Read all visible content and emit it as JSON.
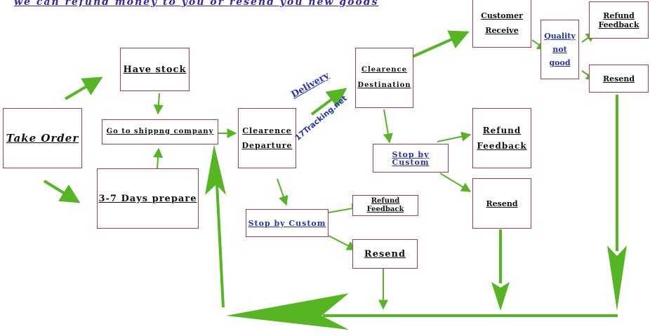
{
  "banner": "we can refund money to you or resend you new goods",
  "colors": {
    "arrow": "#55b522",
    "border": "#b03a55",
    "link": "#2233bb",
    "banner": "#3b22b0"
  },
  "nodes": {
    "take_order": "Take Order",
    "have_stock": "Have stock",
    "go_shipping": "Go to shippng company",
    "days_prepare": "3-7 Days prepare",
    "clearence_departure": [
      "Clearence",
      "Departure"
    ],
    "clearence_destination": [
      "Clearence",
      "Destination"
    ],
    "stop_custom_1": "Stop by Custom",
    "stop_custom_2": "Stop by Custom",
    "refund_feedback_1": [
      "Refund",
      "Feedback"
    ],
    "resend_1": "Resend",
    "refund_feedback_2": [
      "Refund",
      "Feedback"
    ],
    "resend_2": "Resend",
    "customer_receive": [
      "Customer",
      "Receive"
    ],
    "quality_not_good": [
      "Quality",
      "not",
      "good"
    ],
    "refund_feedback_3": [
      "Refund",
      "Feedback"
    ],
    "resend_3": "Resend"
  },
  "edge_labels": {
    "delivery": "Delivery",
    "tracking": "17Tracking.net"
  }
}
